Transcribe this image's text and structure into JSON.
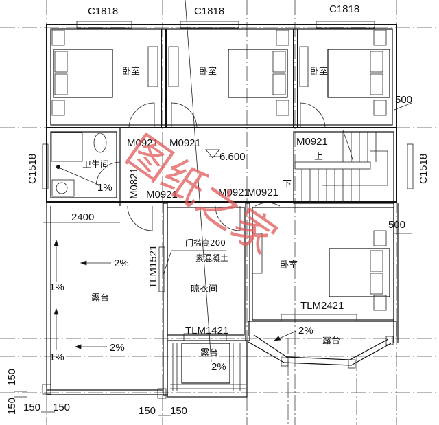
{
  "plan": {
    "windows": {
      "top_left": "C1818",
      "top_mid": "C1818",
      "top_right": "C1818",
      "left": "C1518",
      "right": "C1518"
    },
    "rooms": {
      "bedroom_1": "卧室",
      "bedroom_2": "卧室",
      "bedroom_3": "卧室",
      "bedroom_4": "卧室",
      "bathroom": "卫生间",
      "drying_room": "晾衣间",
      "terrace_left": "露台",
      "terrace_small": "露台",
      "terrace_right": "露台"
    },
    "doors": {
      "d1": "M0921",
      "d2": "M0921",
      "d3": "M0921",
      "d4": "M0921",
      "d5": "M0921",
      "d6": "M0921",
      "d7": "M0821",
      "tlm1521": "TLM1521",
      "tlm2421": "TLM2421",
      "tlm1421": "TLM1421"
    },
    "elevation": "6.600",
    "stair": {
      "up": "上",
      "down": "下"
    },
    "notes": {
      "threshold": "门槛高200",
      "concrete": "素混凝土"
    },
    "slopes": {
      "bath": "1%",
      "tl1": "2%",
      "tl2": "2%",
      "v1": "1%",
      "v2": "1%",
      "small": "2%",
      "right": "2%"
    },
    "dims": {
      "d2400": "2400",
      "d500a": "500",
      "d500b": "500",
      "d150a": "150",
      "d150b": "150",
      "d150c": "150",
      "d150d": "150",
      "d150e": "150",
      "d150f": "150"
    },
    "watermark": "图纸之家",
    "colors": {
      "lines": "#111111",
      "watermark": "#e05a5a"
    }
  }
}
